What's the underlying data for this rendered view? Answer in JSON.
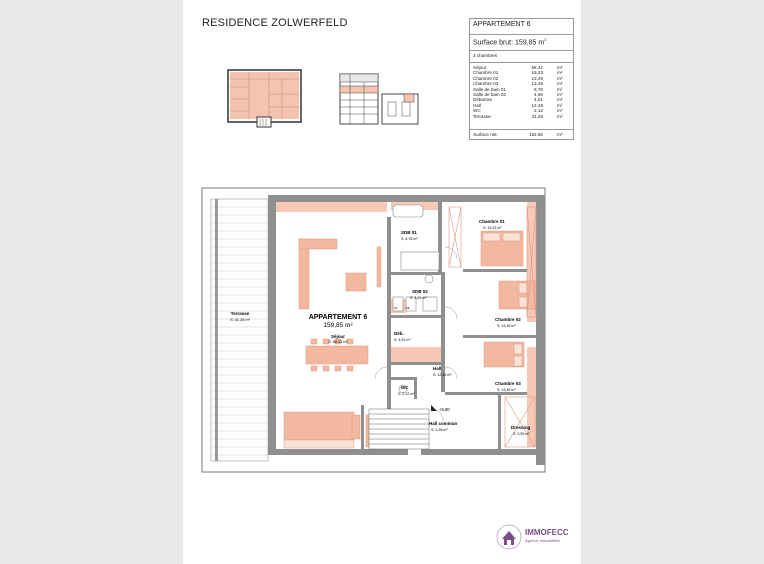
{
  "header": {
    "title": "RESIDENCE ZOLWERFELD"
  },
  "info": {
    "apartment": "APPARTEMENT 6",
    "surface_label": "Surface brut:",
    "surface_value": "159,85 m",
    "surface_sup": "2",
    "bedrooms": "3 chambres",
    "unit": "m²",
    "rooms": [
      {
        "name": "Séjour",
        "value": "68,41"
      },
      {
        "name": "Chambre 01",
        "value": "19,23"
      },
      {
        "name": "Chambre 02",
        "value": "13,49"
      },
      {
        "name": "Chambre 03",
        "value": "13,45"
      },
      {
        "name": "Salle de bain 01",
        "value": "8,76"
      },
      {
        "name": "Salle de bain 02",
        "value": "4,59"
      },
      {
        "name": "Débarras",
        "value": "4,01"
      },
      {
        "name": "Hall",
        "value": "12,49"
      },
      {
        "name": "WC",
        "value": "2,12"
      },
      {
        "name": "Terrasse:",
        "value": "41,26"
      }
    ],
    "net_label": "Surface net:",
    "net_value": "152,56"
  },
  "plan": {
    "apt_name": "APPARTEMENT 6",
    "apt_surface": "159,85 m²",
    "rooms": {
      "terrasse": {
        "name": "Terrasse",
        "area": "S: 41,26 m²"
      },
      "sejour": {
        "name": "Séjour",
        "area": "S: 68,41 m²"
      },
      "sdb01": {
        "name": "SDB 01",
        "area": "S: 8,76 m²"
      },
      "sdb02": {
        "name": "SDB 02",
        "area": "S: 4,59 m²"
      },
      "deb": {
        "name": "Déb.",
        "area": "S: 4,01 m²"
      },
      "hall": {
        "name": "Hall",
        "area": "S: 12,49 m²"
      },
      "wc": {
        "name": "WC",
        "area": "S: 2,12 m²"
      },
      "hallc": {
        "name": "Hall commun",
        "area": "S: 2,28 m²"
      },
      "ch01": {
        "name": "Chambre 01",
        "area": "S: 19,23 m²"
      },
      "ch02": {
        "name": "Chambre 02",
        "area": "S: 13,49 m²"
      },
      "ch03": {
        "name": "Chambre 03",
        "area": "S: 13,45 m²"
      },
      "dressing": {
        "name": "Dressing",
        "area": "S: 3,55 m²"
      }
    },
    "level": "+5,80",
    "wm1": "SL",
    "wm2": "ML"
  },
  "brand": {
    "name": "IMMOFECC",
    "tagline": "Agence Immobilière",
    "color": "#7a4f88"
  },
  "colors": {
    "furniture": "#f2b8a0",
    "wall": "#8f8f8f",
    "pink": "#f5c9b6"
  }
}
